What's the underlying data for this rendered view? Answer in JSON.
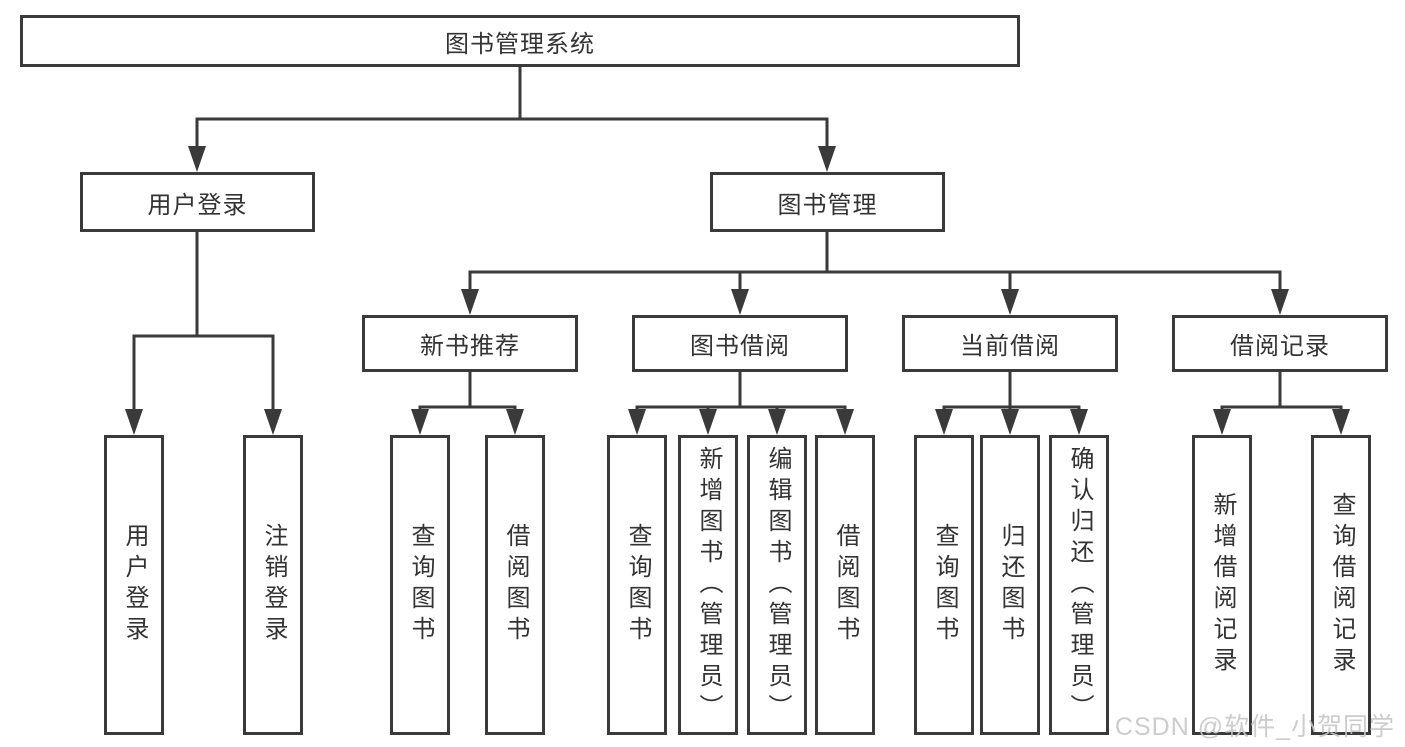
{
  "diagram": {
    "root": {
      "label": "图书管理系统",
      "children": [
        {
          "label": "用户登录",
          "children": [
            {
              "label": "用户登录"
            },
            {
              "label": "注销登录"
            }
          ]
        },
        {
          "label": "图书管理",
          "children": [
            {
              "label": "新书推荐",
              "children": [
                {
                  "label": "查询图书"
                },
                {
                  "label": "借阅图书"
                }
              ]
            },
            {
              "label": "图书借阅",
              "children": [
                {
                  "label": "查询图书"
                },
                {
                  "label": "新增图书（管理员）"
                },
                {
                  "label": "编辑图书（管理员）"
                },
                {
                  "label": "借阅图书"
                }
              ]
            },
            {
              "label": "当前借阅",
              "children": [
                {
                  "label": "查询图书"
                },
                {
                  "label": "归还图书"
                },
                {
                  "label": "确认归还（管理员）"
                }
              ]
            },
            {
              "label": "借阅记录",
              "children": [
                {
                  "label": "新增借阅记录"
                },
                {
                  "label": "查询借阅记录"
                }
              ]
            }
          ]
        }
      ]
    }
  },
  "watermark": {
    "text": "CSDN @软件_小贺同学"
  },
  "colors": {
    "line": "#3a3a3a",
    "text": "#333333",
    "background": "#ffffff",
    "watermark": "#c6c6c6"
  }
}
